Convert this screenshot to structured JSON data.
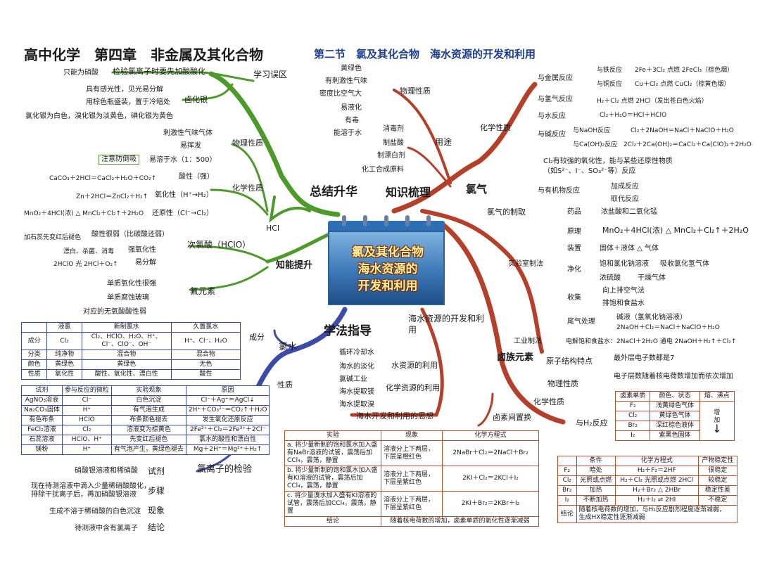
{
  "header": {
    "title": "高中化学　第四章　非金属及其化合物",
    "subtitle": "第二节　氯及其化合物　海水资源的开发和利用"
  },
  "center": {
    "line1": "氯及其化合物",
    "line2": "海水资源的",
    "line3": "开发和利用"
  },
  "branches": {
    "summary": "总结升华",
    "knowledge": "知识梳理",
    "method": "学法指导",
    "chlorine": "氯气",
    "halogen": "卤族元素",
    "seawater": "海水资源的开发和利用",
    "improve": "知能提升",
    "hcl": "HCl"
  },
  "left": {
    "mistakes_title": "学习误区",
    "mistake1_note": "只能为硝酸",
    "mistake1": "检验氯离子时要先加酸酸化",
    "silver_halide": "卤化银",
    "sh1": "具有感光性，见光易分解",
    "sh2": "用棕色瓶盛装，置于冷暗处",
    "sh3": "氯化银为白色，溴化银为淡黄色，碘化银为黄色",
    "hcl_physical": "物理性质",
    "hp1": "刺激性气味气体",
    "hp2": "易挥发",
    "hp3": "注意防倒吸",
    "hp4": "易溶于水（1：500）",
    "hcl_chemical": "化学性质",
    "acid": "酸性（强）",
    "acid_eq": "CaCO₃＋2HCl＝CaCl₂＋H₂O＋CO₂↑",
    "ox": "氧化性（H⁺→H₂）",
    "ox_eq": "Zn＋2HCl＝ZnCl₂＋H₂↑",
    "red": "还原性（Cl⁻→Cl₂）",
    "red_eq": "MnO₂＋4HCl(浓) △ MnCl₂＋Cl₂↑＋2H₂O",
    "hclo_title": "次氯酸（HClO）",
    "hclo_note": "加石蕊先变红后褪色",
    "hclo1": "酸性很弱（比碳酸还弱）",
    "hclo2_note": "漂白、杀菌、消毒",
    "hclo2": "强氧化性",
    "hclo3_eq": "2HClO 光 2HCl＋O₂↑",
    "hclo3": "易分解",
    "fluorine": "氟元素",
    "f1": "单质氧化性很强",
    "f2": "单质腐蚀玻璃",
    "f3": "对应的无氧酸酸性弱",
    "chlorine_water": "氯水",
    "composition": "成分",
    "properties": "性质",
    "cl_ion_test": "氯离子的检验",
    "reagent": "试剂",
    "reagent_v": "硝酸银溶液和稀硝酸",
    "steps": "步骤",
    "steps_v1": "现在待测溶液中滴入少量稀硝酸酸化，",
    "steps_v2": "排除干扰离子后，再加硝酸银溶液",
    "phenomenon": "现象",
    "phenomenon_v": "生成不溶于稀硝酸的白色沉淀",
    "conclusion": "结论",
    "conclusion_v": "待测液中含有氯离子"
  },
  "water_table": {
    "headers": [
      "",
      "液氯",
      "新制氯水",
      "久置氯水"
    ],
    "rows": [
      [
        "成分",
        "Cl₂",
        "Cl₂、HClO、H₂O、H⁺、Cl⁻、ClO⁻、OH⁻",
        "H⁺、Cl⁻、H₂O"
      ],
      [
        "分类",
        "纯净物",
        "混合物",
        "混合物"
      ],
      [
        "颜色",
        "黄绿色",
        "黄绿色",
        "无色"
      ],
      [
        "性质",
        "氧化性",
        "酸性、氧化性、漂白性",
        "酸性"
      ]
    ]
  },
  "reagent_table": {
    "headers": [
      "试剂",
      "参与反应的微粒",
      "实验现象",
      "原因"
    ],
    "rows": [
      [
        "AgNO₃溶液",
        "Cl⁻",
        "白色沉淀",
        "Cl⁻＋Ag⁺＝AgCl↓"
      ],
      [
        "Na₂CO₃固体",
        "H⁺",
        "有气泡生成",
        "2H⁺＋CO₃²⁻＝CO₂↑＋H₂O"
      ],
      [
        "有色布条",
        "HClO",
        "布条颜色褪去",
        "发生氧化还原反应"
      ],
      [
        "FeCl₂溶液",
        "Cl₂",
        "溶液变为棕黄色",
        "2Fe²⁺＋Cl₂＝2Fe³⁺＋2Cl⁻"
      ],
      [
        "石蕊溶液",
        "HClO、H⁺",
        "先变红后褪色",
        "氯水的酸性和漂白性"
      ],
      [
        "镁粉",
        "H⁺",
        "有气泡产生，黄绿色褪去",
        "Mg＋2H⁺＝Mg²⁺＋H₂↑"
      ]
    ]
  },
  "mid": {
    "physical": "物理性质",
    "p1": "黄绿色",
    "p2": "有刺激性气味",
    "p3": "密度比空气大",
    "p4": "易液化",
    "p5": "有毒",
    "p6": "能溶于水",
    "uses": "用途",
    "u1": "消毒剂",
    "u2": "制盐酸",
    "u3": "制漂白剂",
    "u4": "化工合成原料",
    "water_use": "水资源的利用",
    "w1": "循环冷却水",
    "w2": "海水的淡化",
    "chem_use": "化学资源的利用",
    "c1": "氯碱工业",
    "c2": "海水提取镁",
    "c3": "海水提取溴",
    "idea": "海水开发和利用的思想",
    "displace": "卤素间置换"
  },
  "exp_table": {
    "headers": [
      "实验",
      "现象",
      "化学方程式"
    ],
    "rows": [
      [
        "a. 将少量新制的饱和氯水加入盛有NaBr溶液的试管，震荡后加CCl₄，震荡，静置",
        "溶液分上下两层，下层呈橙红色",
        "2NaBr＋Cl₂＝2NaCl＋Br₂"
      ],
      [
        "b. 将少量新制的饱和氯水加入盛有KI溶液的试管，震荡后加CCl₄，震荡，静置",
        "溶液分上下两层，下层呈紫红色",
        "2KI＋Cl₂＝2KCl＋I₂"
      ],
      [
        "c. 将少量溴水加入盛有KI溶液的试管，震荡后加CCl₄，震荡，静置",
        "溶液分上下两层，下层呈紫红色",
        "2KI＋Br₂＝2KBr＋I₂"
      ]
    ],
    "conclusion_label": "结论",
    "conclusion": "随着核电荷数的增加，卤素单质的氧化性逐渐减弱"
  },
  "right": {
    "chem_prop": "化学性质",
    "metal": "与金属反应",
    "fe": "与铁反应",
    "fe_eq": "2Fe＋3Cl₂ 点燃 2FeCl₃（棕色烟）",
    "cu": "与铜反应",
    "cu_eq": "Cu＋Cl₂ 点燃 CuCl₂（棕黄色烟）",
    "h2": "与氢气反应",
    "h2_eq": "H₂＋Cl₂ 点燃 2HCl（发出苍白色火焰）",
    "water": "与水反应",
    "water_eq": "Cl₂＋H₂O＝HCl＋HClO",
    "base": "与碱反应",
    "naoh": "与NaOH反应",
    "naoh_eq": "Cl₂＋2NaOH＝NaCl＋NaClO＋H₂O",
    "caoh": "与Ca(OH)₂反应",
    "caoh_eq": "2Cl₂＋2Ca(OH)₂＝CaCl₂＋Ca(ClO)₂＋2H₂O",
    "redox1": "Cl₂有较强的氧化性，能与某些还原性物质",
    "redox2": "（如S²⁻、I⁻、SO₃²⁻等）反应",
    "organic": "与有机物反应",
    "add": "加成反应",
    "sub": "取代反应",
    "prep": "氯气的制取",
    "lab": "实验室制法",
    "drug": "药品",
    "drug_v": "浓盐酸和二氧化锰",
    "principle": "原理",
    "principle_v": "MnO₂＋4HCl(浓) △ MnCl₂＋Cl₂↑＋2H₂O",
    "device": "装置",
    "device_v": "固体＋液体 △ 气体",
    "purify": "净化",
    "purify1": "饱和氯化钠溶液",
    "purify1_note": "吸收氯化氢气体",
    "purify2": "浓硫酸",
    "purify2_note": "干燥气体",
    "collect": "收集",
    "collect1": "向上排空气法",
    "collect2": "排饱和食盐水",
    "tail": "尾气处理",
    "tail1": "碱液（氢氧化钠溶液）",
    "tail2": "2NaOH＋Cl₂＝NaCl＋NaClO＋H₂O",
    "industry": "工业制法",
    "industry_v": "电解饱和食盐水：2NaCl＋2H₂O 通电 2NaOH＋H₂↑＋Cl₂↑",
    "atom": "原子结构特点",
    "atom1": "最外层电子数都是7",
    "atom2": "电子层数随着核电荷数增加而依次增加",
    "phys": "物理性质",
    "hal_chem": "化学性质",
    "h2_react": "与H₂反应",
    "arrow_label": "增加"
  },
  "phys_table": {
    "headers": [
      "卤素单质",
      "颜色、状态",
      "熔、沸点"
    ],
    "rows": [
      [
        "F₂",
        "浅黄绿色气体"
      ],
      [
        "Cl₂",
        "黄绿色气体"
      ],
      [
        "Br₂",
        "深红棕色液体"
      ],
      [
        "I₂",
        "紫黑色固体"
      ]
    ]
  },
  "h2_table": {
    "headers": [
      "",
      "条件",
      "化学方程式",
      "产物稳定性"
    ],
    "rows": [
      [
        "F₂",
        "暗处",
        "H₂＋F₂＝2HF",
        "很稳定"
      ],
      [
        "Cl₂",
        "光照或点燃",
        "H₂＋Cl₂ 光照或点燃 2HCl",
        "较稳定"
      ],
      [
        "Br₂",
        "加热",
        "H₂＋Br₂ △ 2HBr",
        "稳定性差"
      ],
      [
        "I₂",
        "不断加热",
        "H₂＋I₂ ⇌ 2HI",
        "不稳定"
      ]
    ],
    "conclusion_label": "结论",
    "conclusion1": "随着核电荷数的增加，与H₂反应剧烈程度逐渐减弱，",
    "conclusion2": "生成HX稳定性逐渐减弱"
  },
  "colors": {
    "green": "#4c9a2a",
    "red": "#b5402a",
    "blue": "#3c4aa8",
    "title": "#1a1a1a",
    "subtitle": "#1e3d8c"
  }
}
